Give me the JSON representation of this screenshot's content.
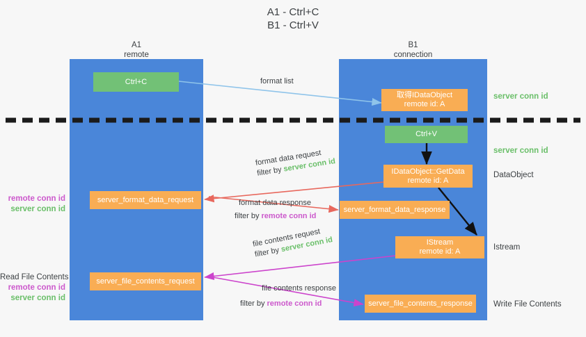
{
  "title": {
    "line1": "A1 - Ctrl+C",
    "line2": "B1 - Ctrl+V"
  },
  "columns": [
    {
      "name": "A1",
      "sub": "remote"
    },
    {
      "name": "B1",
      "sub": "connection"
    }
  ],
  "colors": {
    "lane": "#4a86d9",
    "green_box": "#72c176",
    "orange_box": "#f9ad54",
    "server_conn": "#6abf69",
    "remote_conn": "#cc59cc",
    "arrow_lightblue": "#8fc4ea",
    "arrow_red": "#e8685d",
    "arrow_magenta": "#cc44cc",
    "arrow_black": "#111111",
    "divider": "#1b1b1b",
    "text": "#3c4043"
  },
  "nodes": {
    "ctrl_c": {
      "label": "Ctrl+C"
    },
    "ctrl_v": {
      "label": "Ctrl+V"
    },
    "get_idataobject": {
      "line1": "取得IDataObject",
      "line2": "remote id: A"
    },
    "idataobject_getdata": {
      "line1": "IDataObject::GetData",
      "line2": "remote id: A"
    },
    "istream": {
      "line1": "IStream",
      "line2": "remote id: A"
    },
    "server_format_data_request": {
      "label": "server_format_data_request"
    },
    "server_format_data_response": {
      "label": "server_format_data_response"
    },
    "server_file_contents_request": {
      "label": "server_file_contents_request"
    },
    "server_file_contents_response": {
      "label": "server_file_contents_response"
    }
  },
  "arrows": {
    "format_list": {
      "text": "format list"
    },
    "format_data_request": {
      "line1": "format data request",
      "filter_prefix": "filter by ",
      "filter_value": "server conn id"
    },
    "format_data_response": {
      "line1": "format data response",
      "filter_prefix": "filter by ",
      "filter_value": "remote conn id"
    },
    "file_contents_request": {
      "line1": "file contents request",
      "filter_prefix": "filter by ",
      "filter_value": "server conn id"
    },
    "file_contents_response": {
      "line1": "file contents response",
      "filter_prefix": "filter by ",
      "filter_value": "remote conn id"
    }
  },
  "right_labels": {
    "server_conn_top": "server conn id",
    "server_conn_mid": "server conn id",
    "dataobject": "DataObject",
    "istream": "Istream",
    "write_file_contents": "Write File Contents"
  },
  "left_labels": {
    "remote_conn_mid": "remote conn id",
    "server_conn_mid": "server conn id",
    "read_file_contents": "Read File Contents",
    "remote_conn_bottom": "remote conn id",
    "server_conn_bottom": "server conn id"
  }
}
